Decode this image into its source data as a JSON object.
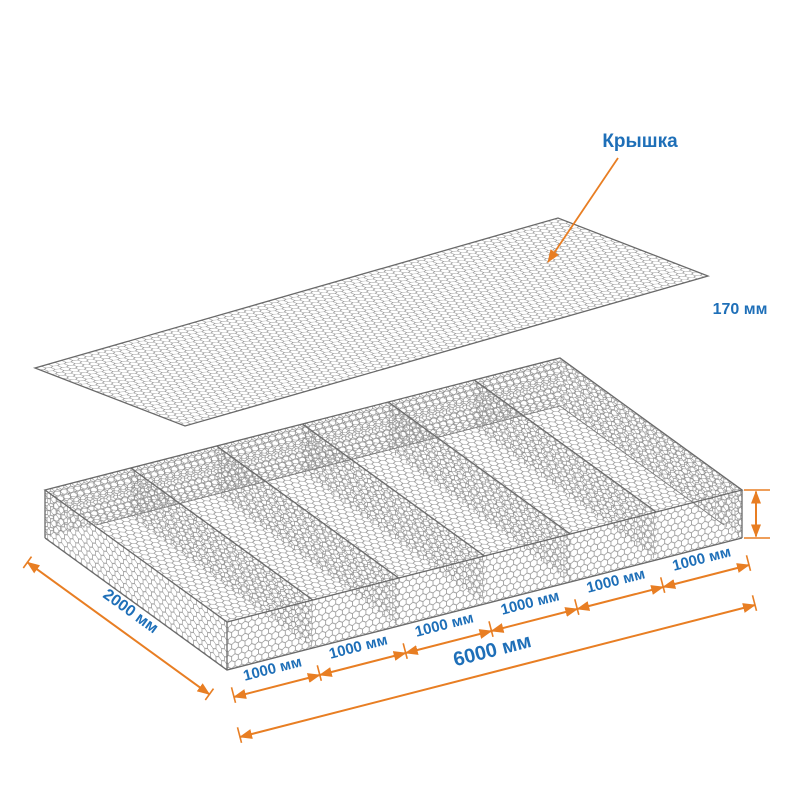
{
  "labels": {
    "lid": "Крышка",
    "height": "170 мм",
    "width": "2000 мм",
    "length": "6000 мм",
    "cells": [
      "1000 мм",
      "1000 мм",
      "1000 мм",
      "1000 мм",
      "1000 мм",
      "1000 мм"
    ]
  },
  "colors": {
    "dimension_accent": "#E87E23",
    "dimension_text": "#1E6FB8",
    "mesh": "#8A8A8A",
    "mesh_edge": "#6A6A6A"
  }
}
